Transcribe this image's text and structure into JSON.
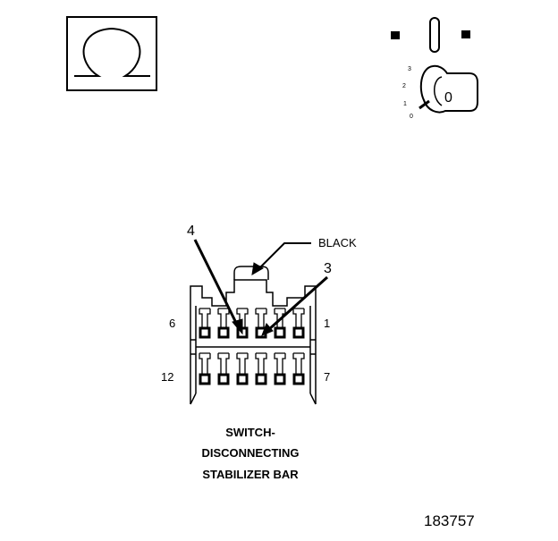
{
  "ignition": {
    "positions": [
      "3",
      "2",
      "1",
      "0"
    ],
    "key_symbol": "0"
  },
  "connector": {
    "color_label": "BLACK",
    "callouts": [
      "4",
      "3"
    ],
    "pin_labels": {
      "top_left": "6",
      "top_right": "1",
      "bottom_left": "12",
      "bottom_right": "7"
    },
    "title_lines": [
      "SWITCH-",
      "DISCONNECTING",
      "STABILIZER BAR"
    ]
  },
  "figure_number": "183757"
}
